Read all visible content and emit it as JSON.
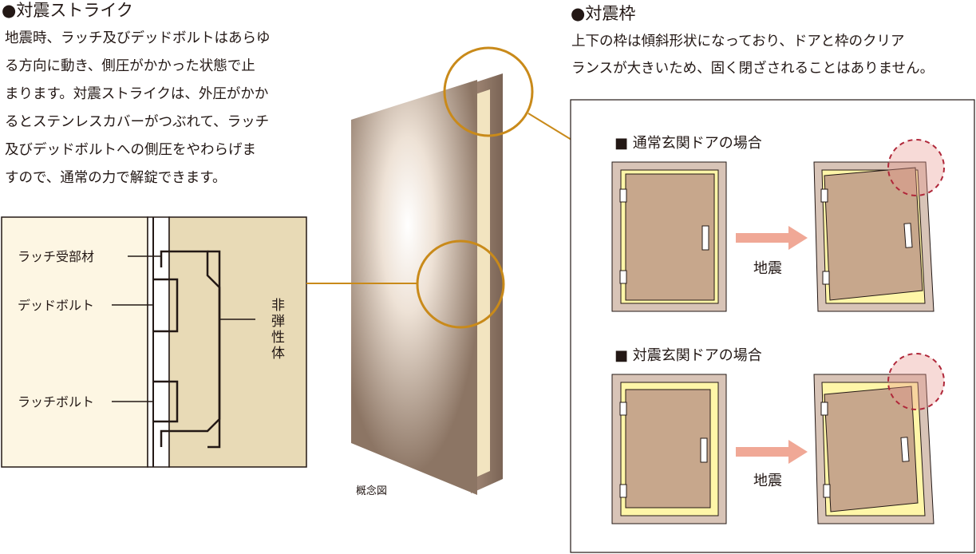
{
  "strike": {
    "heading": "●対震ストライク",
    "lines": [
      "地震時、ラッチ及びデッドボルトはあらゆ",
      "る方向に動き、側圧がかかった状態で止",
      "まります。対震ストライクは、外圧がかか",
      "るとステンレスカバーがつぶれて、ラッチ",
      "及びデッドボルトへの側圧をやわらげま",
      "すので、通常の力で解錠できます。"
    ],
    "diagram": {
      "label_receiver": "ラッチ受部材",
      "label_deadbolt": "デッドボルト",
      "label_latch": "ラッチボルト",
      "label_material": "非弾性体"
    }
  },
  "concept": {
    "caption": "概念図"
  },
  "frame": {
    "heading": "●対震枠",
    "lines": [
      "上下の枠は傾斜形状になっており、ドアと枠のクリア",
      "ランスが大きいため、固く閉ざされることはありません。"
    ],
    "normal_title": "■ 通常玄関ドアの場合",
    "seismic_title": "■ 対震玄関ドアの場合",
    "quake_label": "地震"
  },
  "colors": {
    "accent_orange": "#c98a1a",
    "frame_outer": "#d8c4b7",
    "frame_inner_yellow": "#fff6a8",
    "door_brown": "#c7a78c",
    "arrow_pink": "#f0a896",
    "dashed_red": "#b0283a",
    "beige": "#e8dab6"
  }
}
